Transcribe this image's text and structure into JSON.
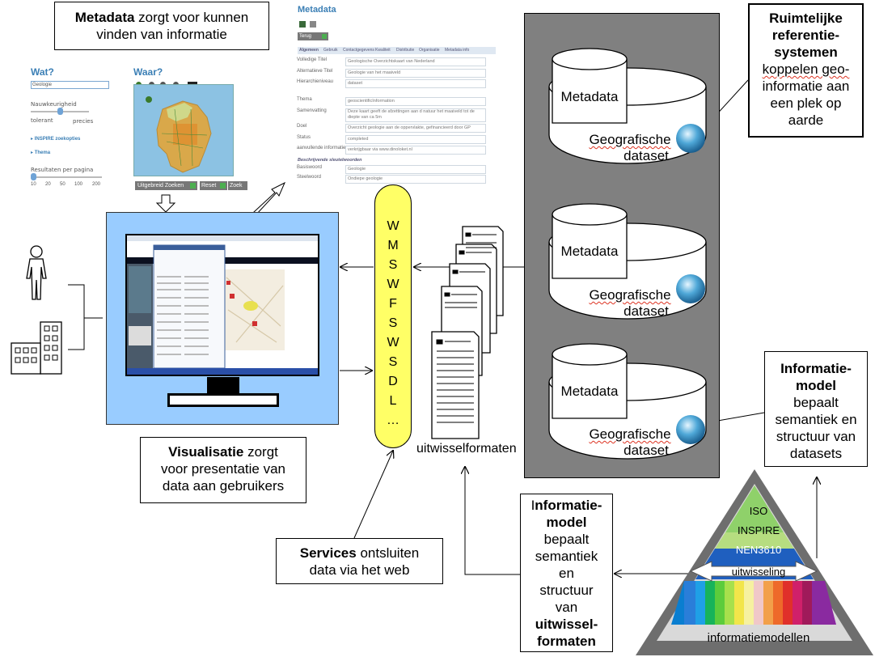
{
  "boxes": {
    "metadata": {
      "bold": "Metadata",
      "rest": " zorgt voor kunnen",
      "line2": "vinden van informatie"
    },
    "ruimtelijk": {
      "line1": "Ruimtelijke",
      "line2": "referentie-",
      "line3": "systemen",
      "line4": "koppelen geo-",
      "line5": "informatie aan",
      "line6": "een plek op",
      "line7": "aarde"
    },
    "visualisatie": {
      "bold": "Visualisatie",
      "rest": " zorgt",
      "line2": "voor presentatie van",
      "line3": "data aan gebruikers"
    },
    "services": {
      "bold": "Services",
      "rest": " ontsluiten",
      "line2": "data via het web"
    },
    "informatiemodel_right": {
      "line1": "Informatie-",
      "line2": "model",
      "line3": "bepaalt",
      "line4": "semantiek en",
      "line5": "structuur van",
      "line6": "datasets"
    },
    "informatiemodel_mid": {
      "line1": "I",
      "line1b": "nformatie-",
      "line2": "model",
      "line3": "bepaalt",
      "line4": "semantiek",
      "line5": "en",
      "line6": "structuur",
      "line7": "van",
      "line8": "uitwissel-",
      "line9": "formaten"
    }
  },
  "search_panel": {
    "wat_label": "Wat?",
    "wat_input": "Geologie",
    "nauwkeurigheid": "Nauwkeurigheid",
    "tolerant": "tolerant",
    "precies": "precies",
    "inspire": "INSPIRE zoekopties",
    "thema": "Thema",
    "resultaten": "Resultaten per pagina",
    "scale": [
      "10",
      "20",
      "50",
      "100",
      "200"
    ],
    "waar_label": "Waar?",
    "btn_uitgebreid": "Uitgebreid Zoeken",
    "btn_reset": "Reset",
    "btn_zoek": "Zoek"
  },
  "metadata_panel": {
    "title": "Metadata",
    "terug": "Terug",
    "tabs": [
      "Algemeen",
      "Gebruik",
      "Contactgegevens",
      "Kwaliteit",
      "Distributie",
      "Organisatie",
      "Metadata info"
    ],
    "fields": [
      {
        "k": "Volledige Titel",
        "v": "Geologische Overzichtskaart van Nederland"
      },
      {
        "k": "Alternatieve Titel",
        "v": "Geologie van het maaiveld"
      },
      {
        "k": "Hierarchieniveau",
        "v": "dataset"
      },
      {
        "k": "Thema",
        "v": "geoscientificInformation"
      },
      {
        "k": "Samenvatting",
        "v": "Deze kaart geeft de afzettingen aan d natuur het maaiveld tot de diepte van ca 5m"
      },
      {
        "k": "Doel",
        "v": "Overzicht geologie aan de oppervlakte, gefinancieerd door GP"
      },
      {
        "k": "Status",
        "v": "completed"
      },
      {
        "k": "aanvullende informatie",
        "v": "verkrijgbaar via www.dinoloket.nl"
      },
      {
        "k": "Basiswoord",
        "v": "Geologie"
      },
      {
        "k": "Steelwoord",
        "v": "Ondiepe geologie"
      }
    ],
    "subheading": "Beschrijvende sleutelwoorden"
  },
  "services_pill": {
    "letters": [
      "W",
      "M",
      "S",
      "W",
      "F",
      "S",
      "W",
      "S",
      "D",
      "L",
      "…"
    ]
  },
  "uitwisselformaten": "uitwisselformaten",
  "datasets": [
    {
      "top": "Metadata",
      "bottom1": "Geografische",
      "bottom2": "dataset"
    },
    {
      "top": "Metadata",
      "bottom1": "Geografische",
      "bottom2": "dataset"
    },
    {
      "top": "Metadata",
      "bottom1": "Geografische",
      "bottom2": "dataset"
    }
  ],
  "pyramid": {
    "iso": "ISO",
    "inspire": "INSPIRE",
    "nen": "NEN3610",
    "uitwisseling": "uitwisseling",
    "informatiemodellen": "informatiemodellen"
  },
  "colors": {
    "screen_bg": "#99ccff",
    "pill": "#ffff66",
    "dark_panel": "#808080",
    "pyramid_outer": "#6e6e6e",
    "iso_green": "#8fd16a",
    "nen_blue": "#1f5fbf"
  }
}
